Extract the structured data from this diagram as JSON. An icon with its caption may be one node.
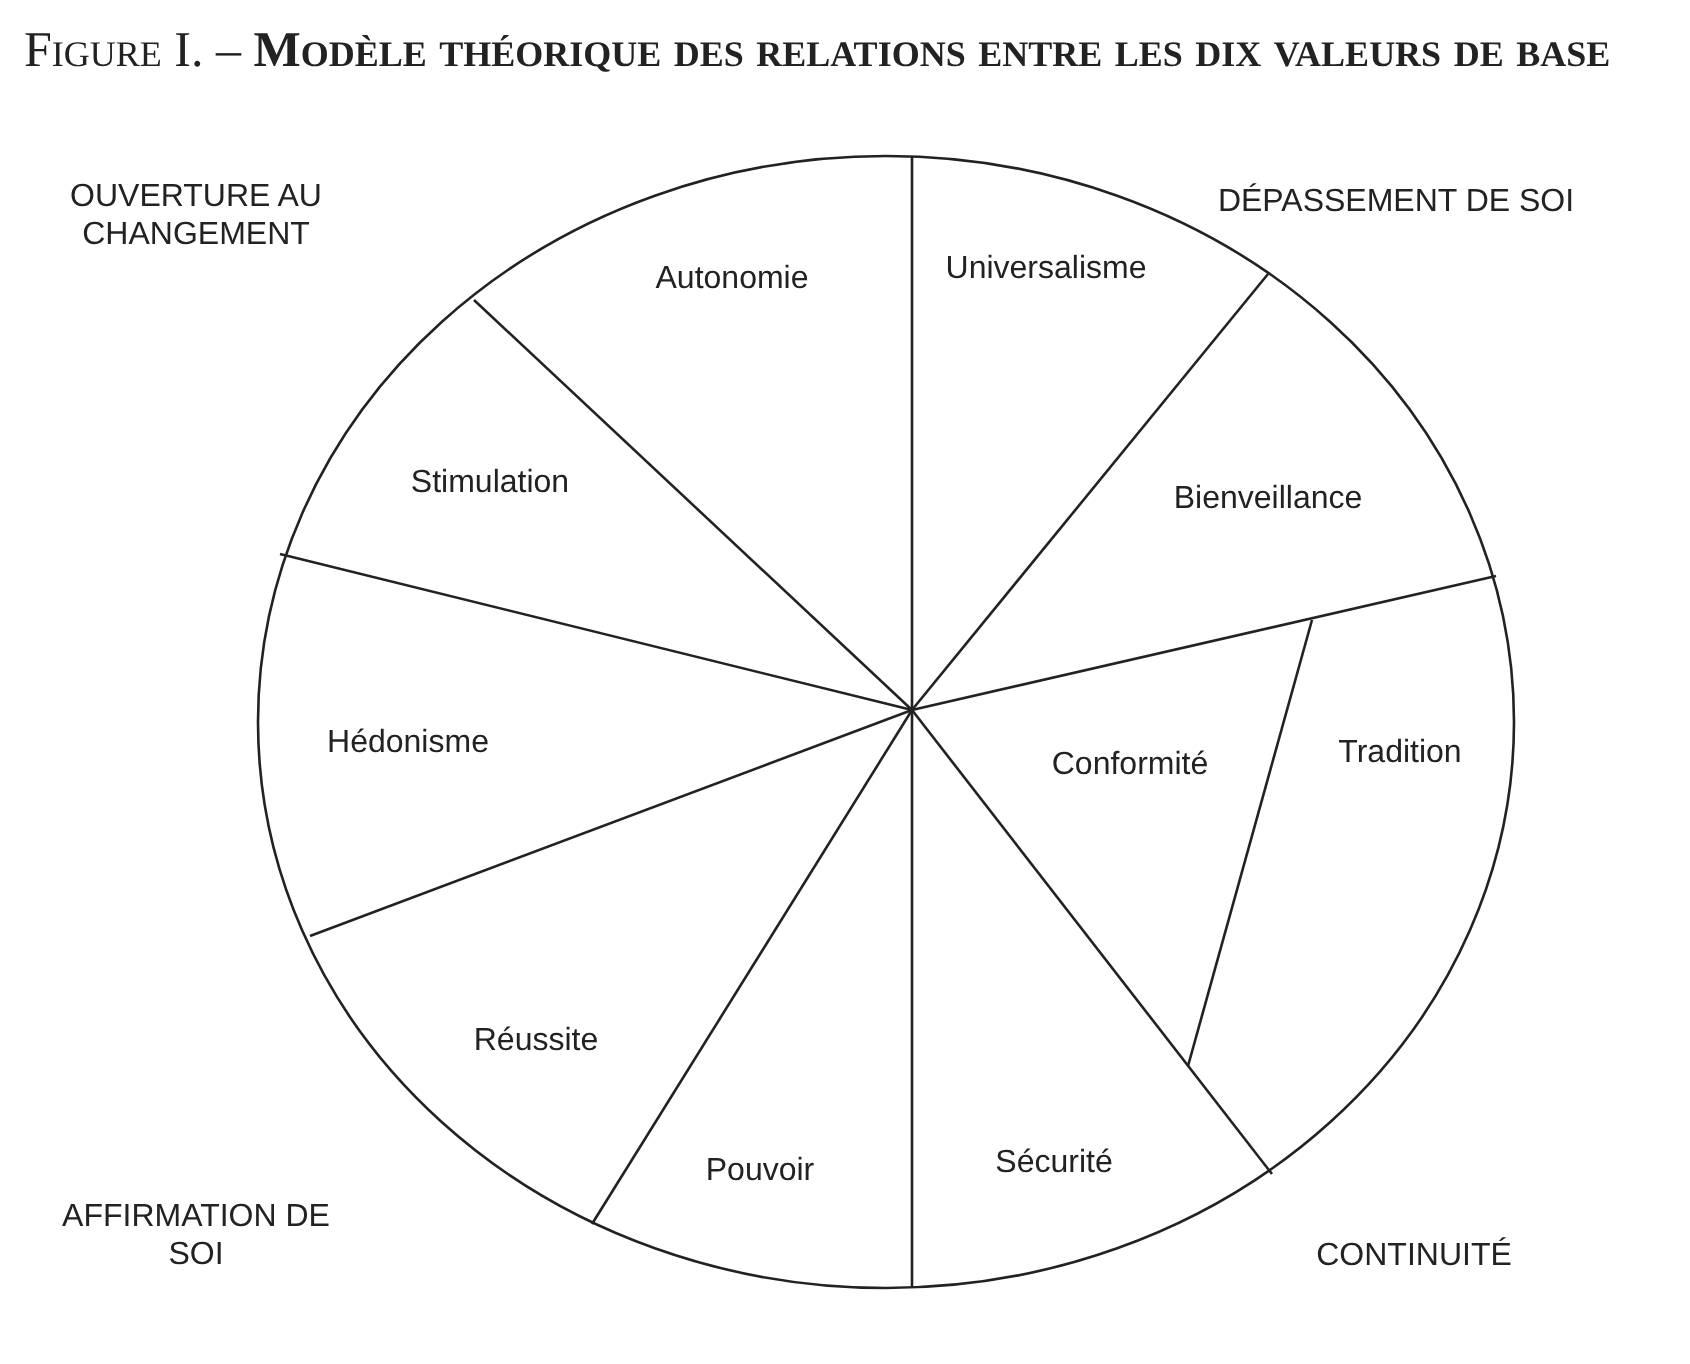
{
  "diagram": {
    "title": "Figure I. – **Modèle théorique des relations entre les dix valeurs de base**",
    "nodes": [
      {
        "text": [
          "Autonomie"
        ]
      },
      {
        "text": [
          "Universalisme"
        ]
      },
      {
        "text": [
          "Stimulation"
        ]
      },
      {
        "text": [
          "Bienveillance"
        ]
      },
      {
        "text": [
          "Hédonisme"
        ]
      },
      {
        "text": [
          "Conformité"
        ]
      },
      {
        "text": [
          "Tradition"
        ]
      },
      {
        "text": [
          "Réussite"
        ]
      },
      {
        "text": [
          "Pouvoir"
        ]
      },
      {
        "text": [
          "Sécurité"
        ]
      }
    ],
    "edges": [],
    "labels": [
      "OUVERTURE AU CHANGEMENT",
      "DÉPASSEMENT DE SOI",
      "AFFIRMATION DE SOI",
      "CONTINUITÉ"
    ]
  }
}
